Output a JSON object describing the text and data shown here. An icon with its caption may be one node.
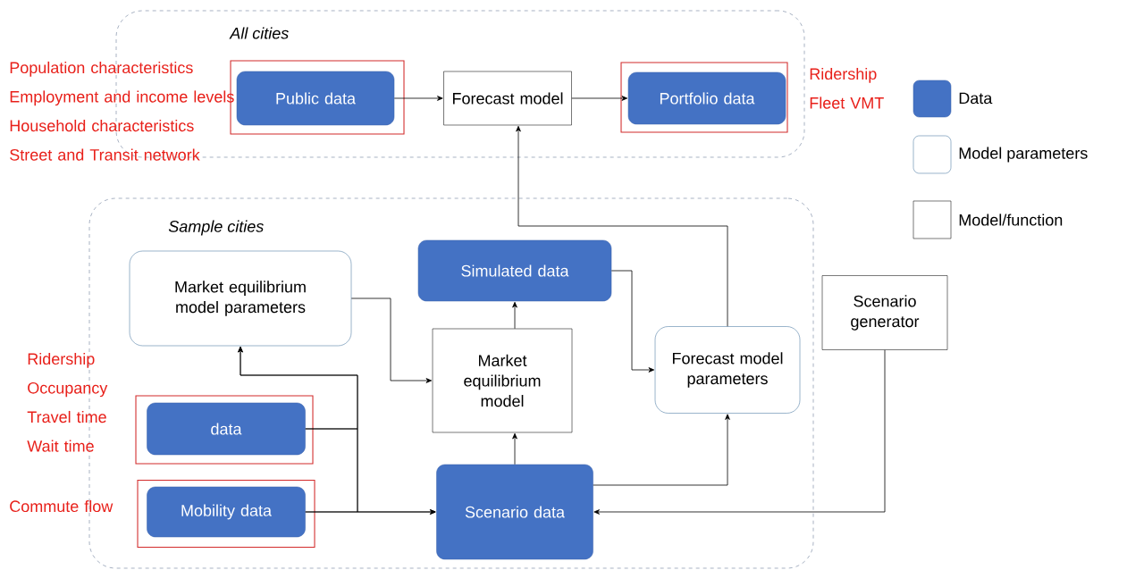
{
  "diagram": {
    "nodes": [
      {
        "text": [
          "All cities"
        ]
      },
      {
        "text": [],
        "shape": "box",
        "in": 0,
        "beside": [
          "Population characteristics",
          "Employment and income levels",
          "Household characteristics",
          "Street and Transit network"
        ]
      },
      {
        "text": [
          "Public data"
        ],
        "in": 1
      },
      {
        "text": [
          "Forecast model"
        ],
        "in": 0
      },
      {
        "text": [],
        "shape": "box",
        "in": 0,
        "beside": [
          "Ridership",
          "Fleet VMT"
        ]
      },
      {
        "text": [
          "Portfolio data"
        ],
        "in": 4
      },
      {
        "text": [
          "Sample cities"
        ]
      },
      {
        "text": [
          "Market equilibrium model parameters"
        ],
        "in": 6
      },
      {
        "text": [
          "Simulated data"
        ],
        "in": 6
      },
      {
        "text": [
          "Market equilibrium model"
        ],
        "in": 6
      },
      {
        "text": [
          "Forecast model parameters"
        ],
        "in": 6
      },
      {
        "text": [],
        "shape": "box",
        "in": 6,
        "beside": [
          "Ridership",
          "Occupancy",
          "Travel time",
          "Wait time"
        ]
      },
      {
        "text": [
          "data"
        ],
        "in": 11
      },
      {
        "text": [],
        "shape": "box",
        "in": 6,
        "beside": [
          "Commute flow"
        ]
      },
      {
        "text": [
          "Mobility data"
        ],
        "in": 13
      },
      {
        "text": [
          "Scenario data"
        ],
        "in": 6
      },
      {
        "text": [
          "Scenario generator"
        ]
      }
    ],
    "edges": [
      {
        "from": 2,
        "to": 3,
        "arrow": "to"
      },
      {
        "from": 3,
        "to": 5,
        "arrow": "to"
      },
      {
        "from": 10,
        "to": 3,
        "arrow": "to"
      },
      {
        "from": 7,
        "to": 9,
        "arrow": "to"
      },
      {
        "from": 9,
        "to": 8,
        "arrow": "to"
      },
      {
        "from": 8,
        "to": 10,
        "arrow": "to"
      },
      {
        "from": 15,
        "to": 9,
        "arrow": "to"
      },
      {
        "from": 15,
        "to": 10,
        "arrow": "to"
      },
      {
        "from": 16,
        "to": 15,
        "arrow": "to"
      },
      {
        "from": 12,
        "to": 7,
        "arrow": "to"
      },
      {
        "from": 12,
        "to": 15,
        "arrow": "to"
      },
      {
        "from": 14,
        "to": 7,
        "arrow": "to"
      },
      {
        "from": 14,
        "to": 15,
        "arrow": "to"
      }
    ],
    "legend": [
      {
        "text": "Data",
        "color": "#4472c4"
      },
      {
        "text": "Model parameters"
      },
      {
        "text": "Model/function"
      }
    ]
  }
}
